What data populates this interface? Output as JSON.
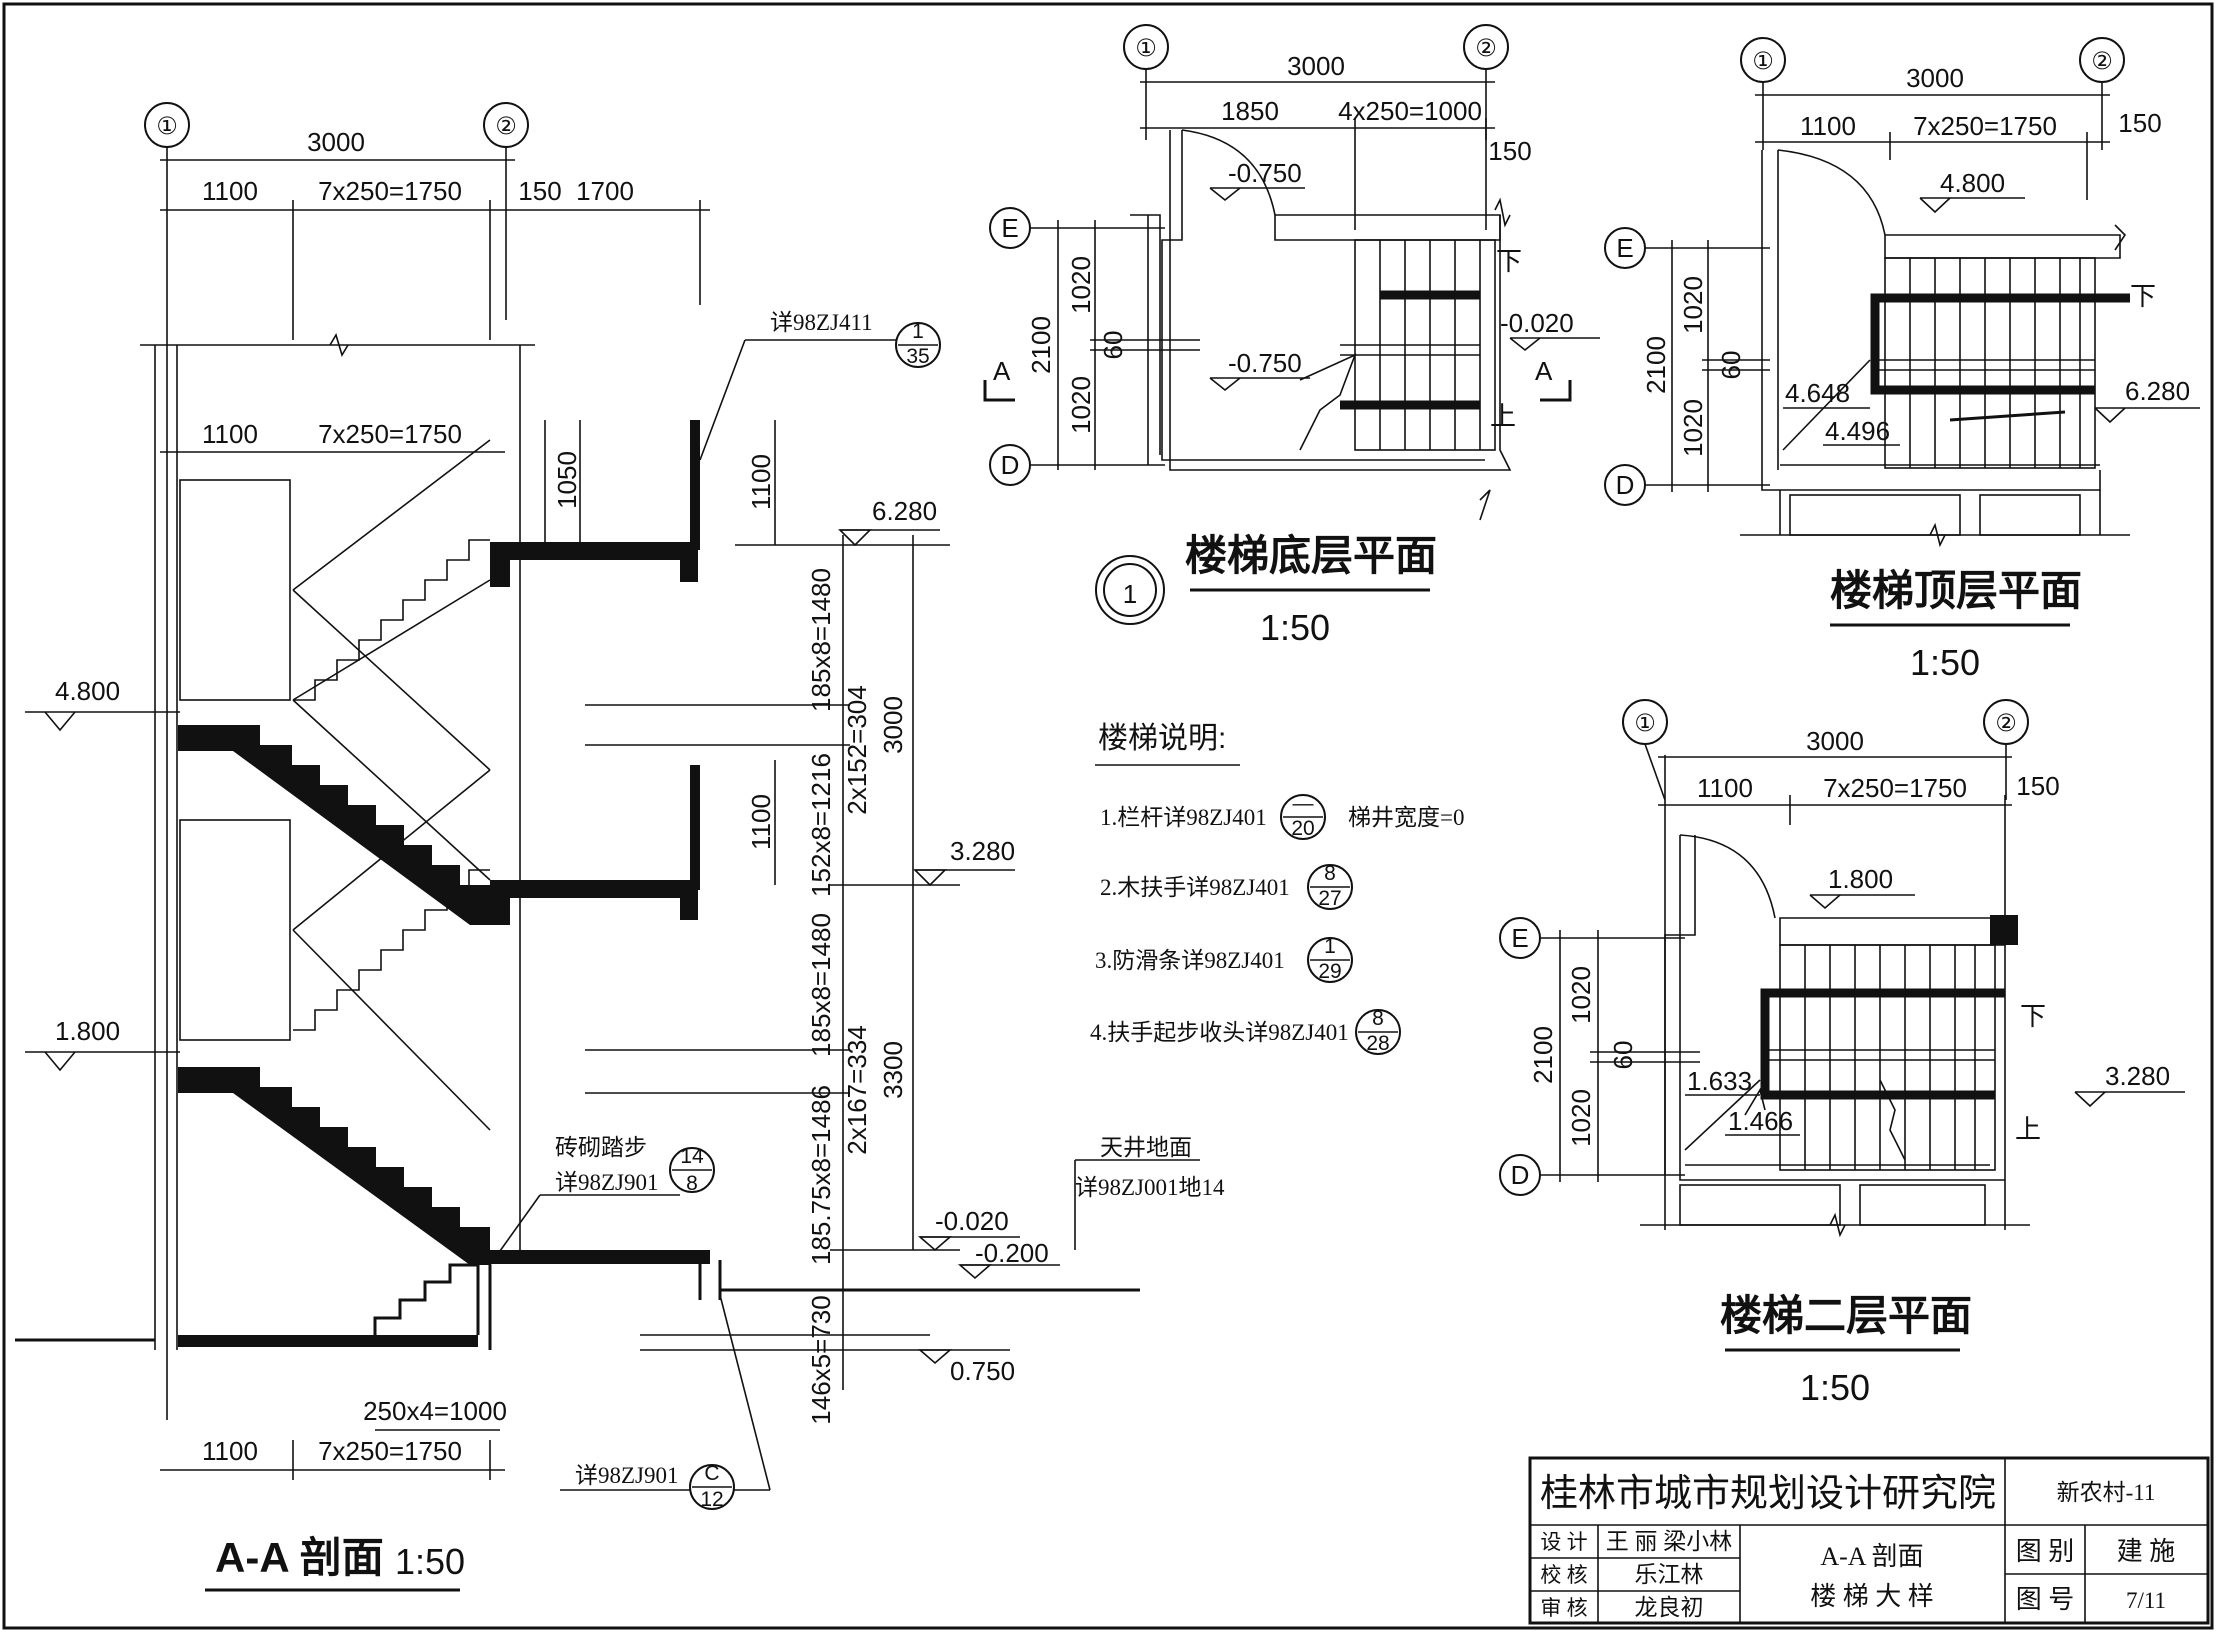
{
  "sheet": {
    "section": {
      "title": "A-A 剖面",
      "scale": "1:50",
      "axis_1": "①",
      "axis_2": "②",
      "dim_top": "3000",
      "dim_a": "1100",
      "dim_b": "7x250=1750",
      "dim_c": "150",
      "dim_d": "1700",
      "dim_rail_a": "1100",
      "dim_rail_b": "7x250=1750",
      "dim_1050": "1050",
      "dim_1100a": "1100",
      "dim_1100b": "1100",
      "ref_top": "详98ZJ411",
      "ref_top_num": "1",
      "ref_top_den": "35",
      "lvl_6280": "6.280",
      "lvl_4800": "4.800",
      "lvl_3280": "3.280",
      "lvl_1800": "1.800",
      "lvl_m0020": "-0.020",
      "lvl_m0200": "-0.200",
      "lvl_0750": "0.750",
      "v_185x8a": "185x8=1480",
      "v_2x152": "2x152=304",
      "v_3000": "3000",
      "v_152x8": "152x8=1216",
      "v_185x8b": "185x8=1480",
      "v_2x167": "2x167=334",
      "v_3300": "3300",
      "v_18575": "185.75x8=1486",
      "v_146x5": "146x5=730",
      "brick_label": "砖砌踏步",
      "brick_ref": "详98ZJ901",
      "brick_num": "14",
      "brick_den": "8",
      "well_label": "天井地面",
      "well_ref": "详98ZJ001地14",
      "bot_dim_a": "250x4=1000",
      "bot_dim_b": "1100",
      "bot_dim_c": "7x250=1750",
      "bot_ref": "详98ZJ901",
      "bot_num": "C",
      "bot_den": "12"
    },
    "ground_plan": {
      "title": "楼梯底层平面",
      "scale": "1:50",
      "badge": "1",
      "axis_1": "①",
      "axis_2": "②",
      "axis_e": "E",
      "axis_d": "D",
      "dim_top": "3000",
      "dim_a": "1850",
      "dim_b": "4x250=1000",
      "dim_c": "150",
      "dim_v_total": "2100",
      "dim_v_a": "1020",
      "dim_v_b": "60",
      "dim_v_c": "1020",
      "lvl_a": "-0.750",
      "lvl_b": "-0.750",
      "lvl_c": "-0.020",
      "cut": "A",
      "down": "下",
      "up": "上"
    },
    "top_plan": {
      "title": "楼梯顶层平面",
      "scale": "1:50",
      "axis_1": "①",
      "axis_2": "②",
      "axis_e": "E",
      "axis_d": "D",
      "dim_top": "3000",
      "dim_a": "1100",
      "dim_b": "7x250=1750",
      "dim_c": "150",
      "dim_v_total": "2100",
      "dim_v_a": "1020",
      "dim_v_b": "60",
      "dim_v_c": "1020",
      "lvl_a": "4.800",
      "lvl_b": "4.648",
      "lvl_c": "4.496",
      "lvl_d": "6.280",
      "down": "下"
    },
    "second_plan": {
      "title": "楼梯二层平面",
      "scale": "1:50",
      "axis_1": "①",
      "axis_2": "②",
      "axis_e": "E",
      "axis_d": "D",
      "dim_top": "3000",
      "dim_a": "1100",
      "dim_b": "7x250=1750",
      "dim_c": "150",
      "dim_v_total": "2100",
      "dim_v_a": "1020",
      "dim_v_b": "60",
      "dim_v_c": "1020",
      "lvl_a": "1.800",
      "lvl_b": "1.633",
      "lvl_c": "1.466",
      "lvl_d": "3.280",
      "down": "下",
      "up": "上"
    },
    "notes": {
      "heading": "楼梯说明:",
      "n1": "1.栏杆详98ZJ401",
      "n1_num": "—",
      "n1_den": "20",
      "n1_tail": "梯井宽度=0",
      "n2": "2.木扶手详98ZJ401",
      "n2_num": "8",
      "n2_den": "27",
      "n3": "3.防滑条详98ZJ401",
      "n3_num": "1",
      "n3_den": "29",
      "n4": "4.扶手起步收头详98ZJ401",
      "n4_num": "8",
      "n4_den": "28"
    },
    "title_block": {
      "institute": "桂林市城市规划设计研究院",
      "project": "新农村-11",
      "design_label": "设 计",
      "design_names": "王 丽 梁小林",
      "check_label": "校 核",
      "check_name": "乐江林",
      "review_label": "审 核",
      "review_name": "龙良初",
      "drawing_title_1": "A-A 剖面",
      "drawing_title_2": "楼 梯 大 样",
      "category_label": "图 别",
      "category_value": "建 施",
      "number_label": "图 号",
      "number_value": "7/11"
    }
  }
}
